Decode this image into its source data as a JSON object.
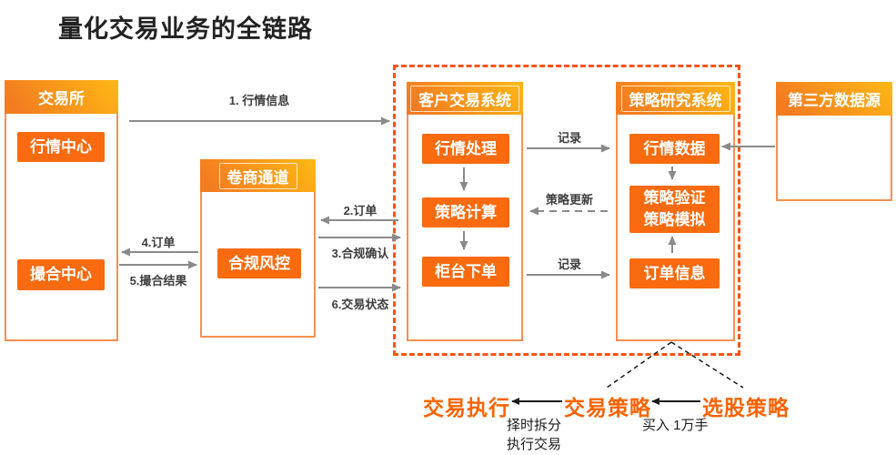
{
  "title": "量化交易业务的全链路",
  "boxes": {
    "exchange": {
      "title": "交易所",
      "items": [
        "行情中心",
        "撮合中心"
      ]
    },
    "broker": {
      "title": "卷商通道",
      "items": [
        "合规风控"
      ]
    },
    "client": {
      "title": "客户交易系统",
      "items": [
        "行情处理",
        "策略计算",
        "柜台下单"
      ]
    },
    "research": {
      "title": "策略研究系统",
      "items": [
        "行情数据",
        [
          "策略验证",
          "策略模拟"
        ],
        "订单信息"
      ]
    },
    "third_party": {
      "title": "第三方数据源"
    }
  },
  "flows": {
    "market_info": "1. 行情信息",
    "order_to_broker": "2.订单",
    "compliance_confirm": "3.合规确认",
    "order_to_exchange": "4.订单",
    "match_result": "5.撮合结果",
    "trade_status": "6.交易状态",
    "record_top": "记录",
    "strategy_update": "策略更新",
    "record_bottom": "记录"
  },
  "bottom": {
    "trade_execution": "交易执行",
    "trade_strategy": "交易策略",
    "stock_selection": "选股策略",
    "exec_note_line1": "择时拆分",
    "exec_note_line2": "执行交易",
    "strategy_note": "买入 1万手"
  },
  "colors": {
    "header_gradient_start": "#f37b20",
    "header_gradient_end": "#fdb515",
    "block_fill": "#fa6a0e",
    "box_border": "#f6904d",
    "dashed_border": "#fa5413",
    "arrow_gray": "#8a8a8a",
    "label_text": "#3d3d3d",
    "bottom_accent": "#f96302",
    "line_black": "#1a1a1a"
  }
}
